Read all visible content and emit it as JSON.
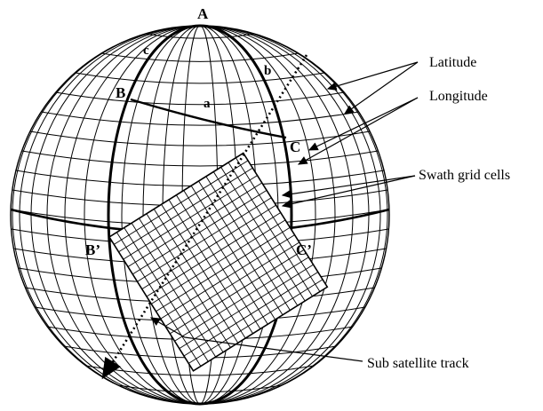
{
  "points": {
    "A": "A",
    "B": "B",
    "C": "C",
    "B_prime": "B’",
    "C_prime": "C’"
  },
  "arcs": {
    "a": "a",
    "b": "b",
    "c": "c"
  },
  "callouts": {
    "latitude": "Latitude",
    "longitude": "Longitude",
    "swath": "Swath grid cells",
    "track": "Sub satellite track"
  },
  "colors": {
    "ink": "#000000",
    "background": "#ffffff"
  }
}
